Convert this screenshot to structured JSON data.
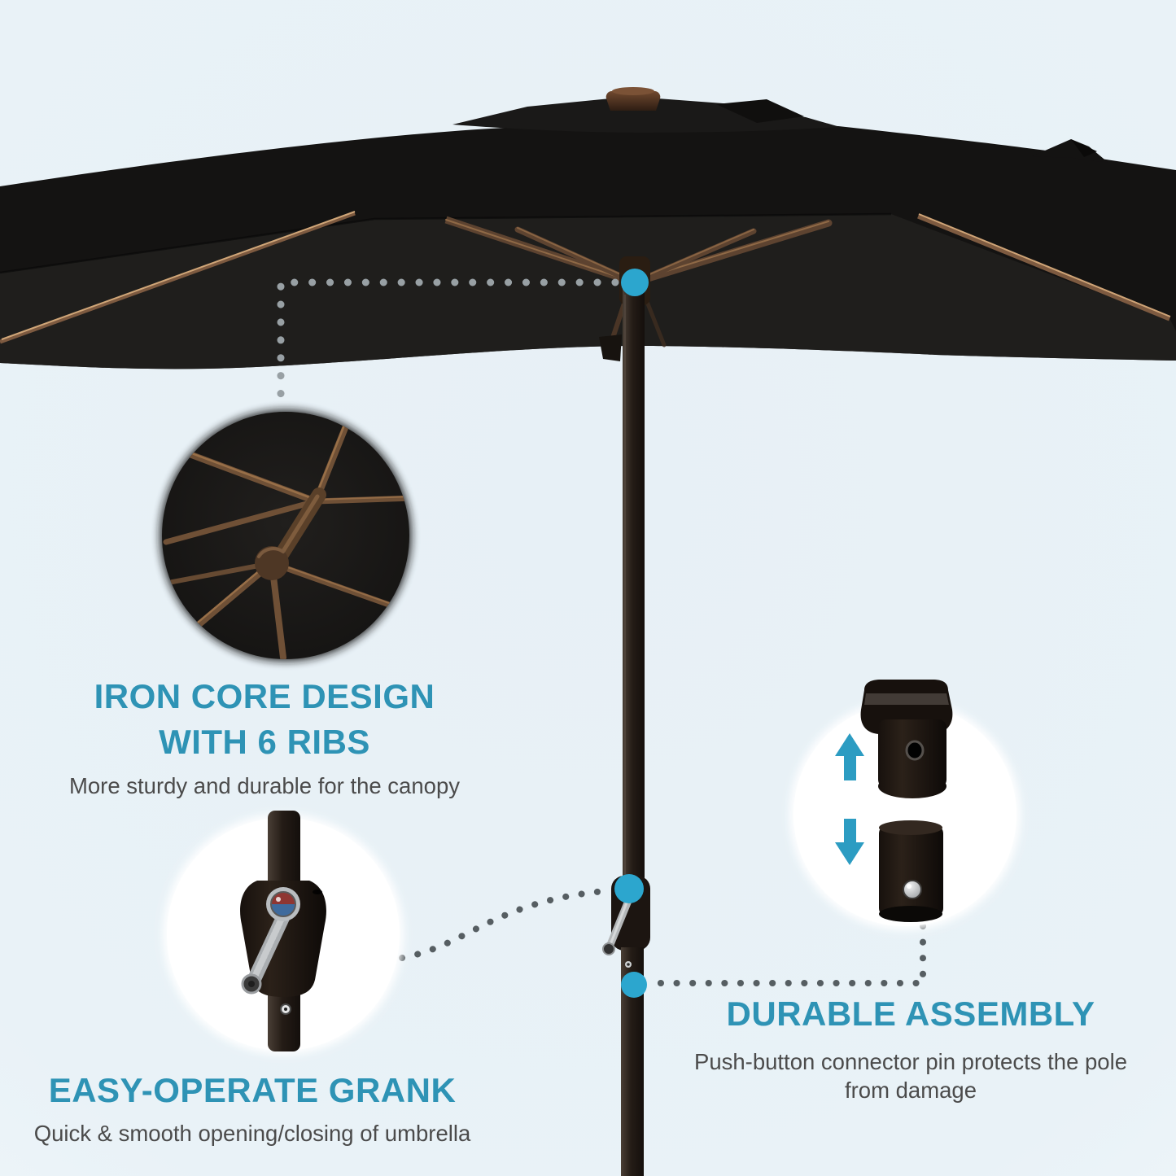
{
  "palette": {
    "background": "#e9f2f7",
    "accent_heading": "#2e93b5",
    "accent_dot": "#2ca6ce",
    "body_text": "#4b4b4b",
    "canopy_black": "#141312",
    "rib_brown": "#6f5036",
    "dotted_line_light": "#98a0a4",
    "dotted_line_dark": "#565e62"
  },
  "callouts": {
    "iron_core": {
      "title_line1": "IRON CORE DESIGN",
      "title_line2": "WITH 6 RIBS",
      "description": "More sturdy and durable for the canopy"
    },
    "crank": {
      "title": "EASY-OPERATE GRANK",
      "description": "Quick & smooth opening/closing of umbrella"
    },
    "assembly": {
      "title": "DURABLE ASSEMBLY",
      "description": "Push-button connector pin protects the pole from damage"
    }
  },
  "icons": {
    "connector_up_arrow": "up-arrow",
    "connector_down_arrow": "down-arrow",
    "callout_markers": "teal-dot"
  }
}
